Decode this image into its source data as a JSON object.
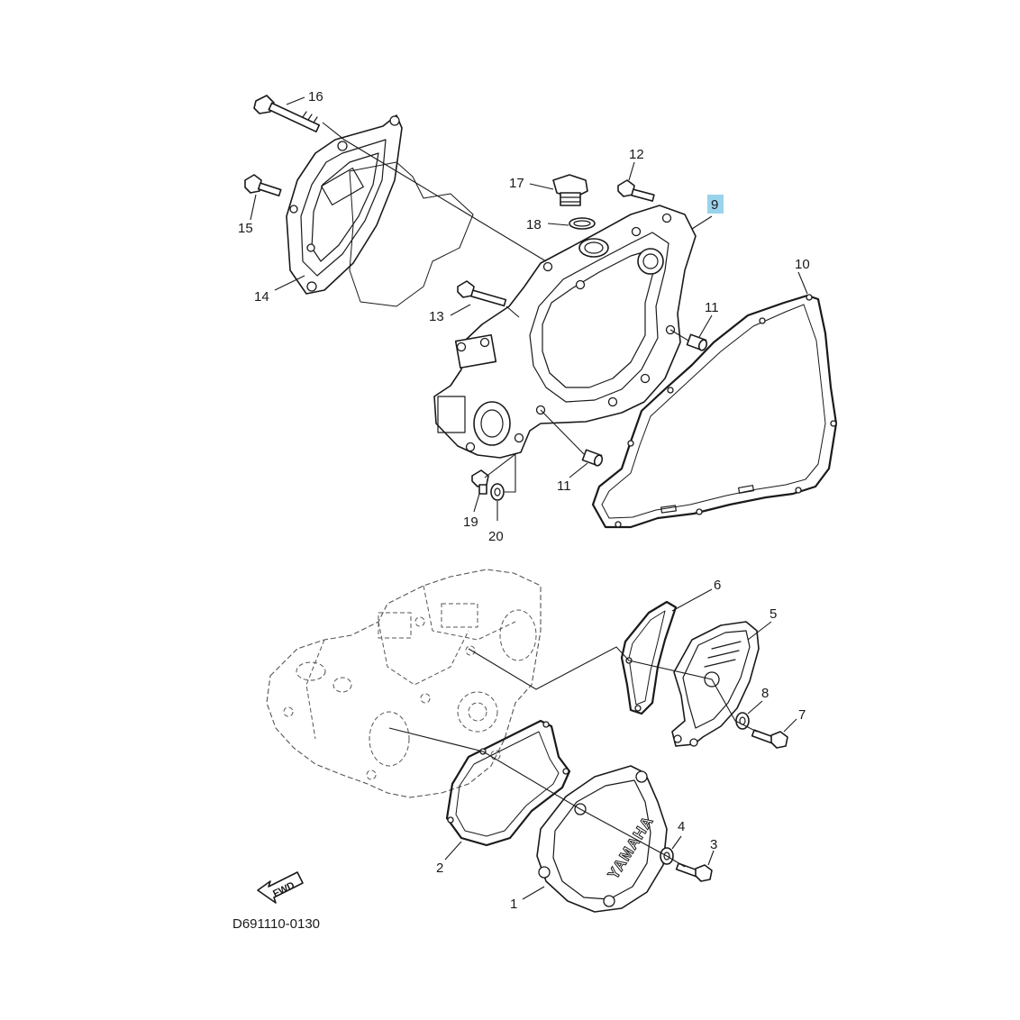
{
  "diagram": {
    "code": "D691110-0130",
    "highlighted_callout": "9",
    "highlight_color": "#9ad3ec",
    "brand_text": "YAMAHA",
    "fwd_label": "FWD",
    "callouts": {
      "c1": "1",
      "c2": "2",
      "c3": "3",
      "c4": "4",
      "c5": "5",
      "c6": "6",
      "c7": "7",
      "c8": "8",
      "c9": "9",
      "c10": "10",
      "c11a": "11",
      "c11b": "11",
      "c12": "12",
      "c13": "13",
      "c14": "14",
      "c15": "15",
      "c16": "16",
      "c17": "17",
      "c18": "18",
      "c19": "19",
      "c20": "20"
    }
  }
}
